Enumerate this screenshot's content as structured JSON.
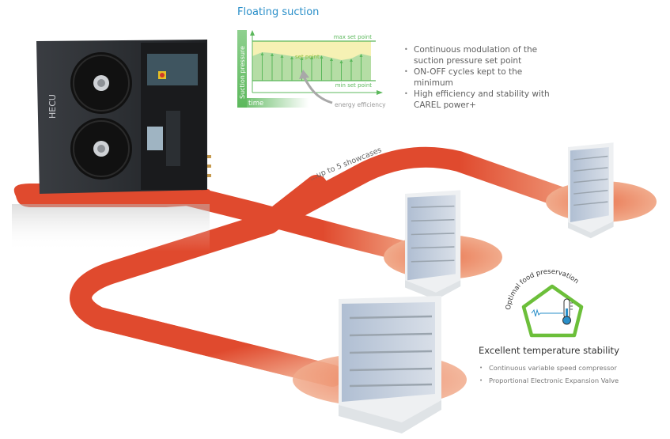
{
  "header": {
    "title": "Floating suction"
  },
  "chart_data": {
    "type": "area",
    "title": "Floating suction",
    "xlabel": "time",
    "ylabel": "Suction pressure",
    "annotations": {
      "max": "max set point",
      "setpoint": "set point",
      "min": "min set point",
      "arrow": "energy efficiency"
    },
    "series": [
      {
        "name": "set point",
        "values": [
          0.62,
          0.72,
          0.7,
          0.66,
          0.62,
          0.6,
          0.62,
          0.64,
          0.58,
          0.52,
          0.56,
          0.68,
          0.62
        ]
      }
    ],
    "ylim": [
      0,
      1
    ],
    "grid": false
  },
  "features": [
    "Continuous modulation of the suction pressure set point",
    "ON-OFF cycles kept to the minimum",
    "High efficiency and stability with CAREL power+"
  ],
  "diagram": {
    "unit_logo": "HECU",
    "pipe_label": "...up to 5 showcases",
    "badge_label": "Optimal food preservation",
    "showcases": 3
  },
  "stability": {
    "title": "Excellent temperature stability",
    "items": [
      "Continuous variable speed compressor",
      "Proportional Electronic Expansion Valve"
    ]
  },
  "colors": {
    "title_blue": "#2a8fc9",
    "pipe_red": "#e04a2e",
    "chart_green": "#5cb85c",
    "band_yellow": "#f6f1b4",
    "badge_green": "#6cbf3a",
    "thermo_blue": "#2a8fc9"
  }
}
